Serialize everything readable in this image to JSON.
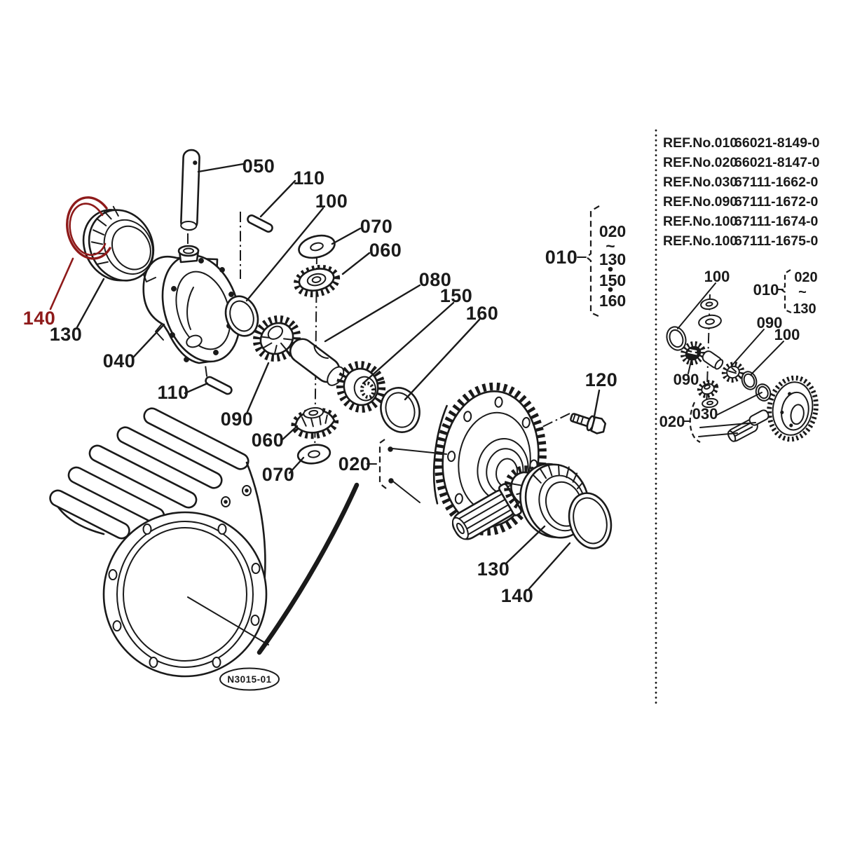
{
  "page": {
    "background": "#ffffff",
    "ink_color": "#1a1a1a",
    "highlight_color": "#8e1a1a"
  },
  "ref_list": {
    "rows": [
      {
        "ref": "REF.No.010",
        "part": "66021-8149-0"
      },
      {
        "ref": "REF.No.020",
        "part": "66021-8147-0"
      },
      {
        "ref": "REF.No.030",
        "part": "67111-1662-0"
      },
      {
        "ref": "REF.No.090",
        "part": "67111-1672-0"
      },
      {
        "ref": "REF.No.100",
        "part": "67111-1674-0"
      },
      {
        "ref": "REF.No.100",
        "part": "67111-1675-0"
      }
    ]
  },
  "main": {
    "callouts": {
      "shaft_050": "050",
      "pin_110_top": "110",
      "ring_100": "100",
      "washer_070_top": "070",
      "gear_060_top": "060",
      "spider_080": "080",
      "gear_150": "150",
      "ring_160": "160",
      "bolt_120": "120",
      "case_040": "040",
      "pin_110_bottom": "110",
      "gear_090": "090",
      "gear_060_bottom": "060",
      "washer_070_bottom": "070",
      "gearset_020": "020",
      "bearing_130_left": "130",
      "snap_ring_140": "140",
      "bearing_130_right": "130",
      "ring_140_right": "140"
    },
    "assembly_bracket": {
      "label": "010",
      "items": [
        "020",
        "~",
        "130",
        "150",
        "160"
      ],
      "separator_dot": "•"
    },
    "stamp": "N3015-01"
  },
  "inset": {
    "callouts": {
      "ring_100_top": "100",
      "group_010": "010",
      "gear_090_right": "090",
      "ring_100_right": "100",
      "gear_090_left": "090",
      "collar_030": "030",
      "gearset_020": "020"
    },
    "bracket_items": [
      "020",
      "~",
      "130"
    ]
  }
}
